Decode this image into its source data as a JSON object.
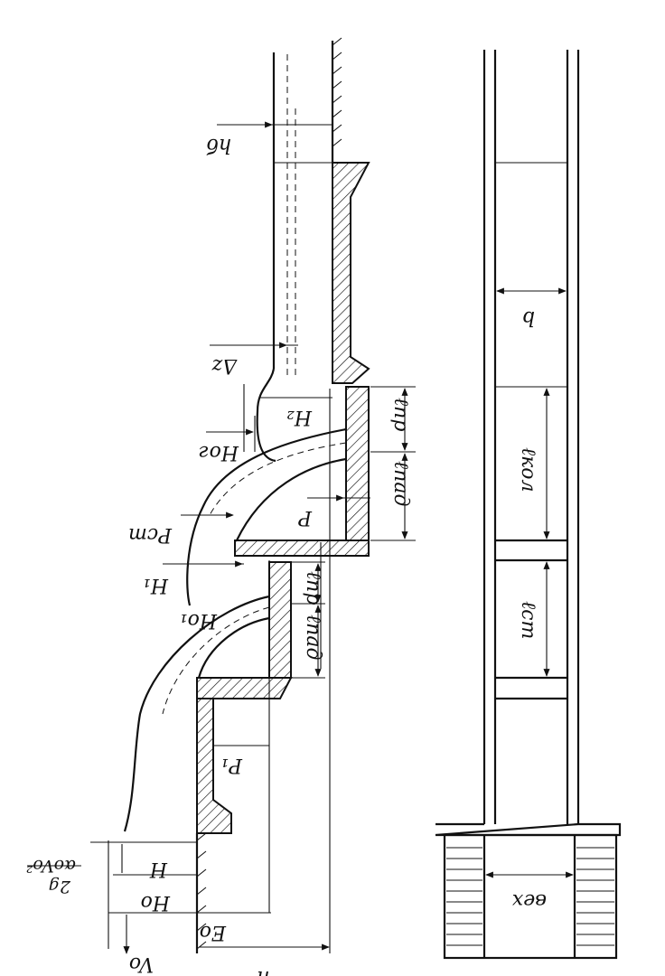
{
  "labels": {
    "hb": "hб",
    "delta_z": "Δz",
    "H2": "H₂",
    "Hog": "Hог",
    "Pst": "Pст",
    "P": "P",
    "H1": "H₁",
    "Ho1": "Ho₁",
    "l_pr_top": "ℓпр",
    "l_pad_top": "ℓпад",
    "l_pr_mid": "ℓпр",
    "l_pad_mid": "ℓпад",
    "P1": "P₁",
    "H": "H",
    "Ho": "Ho",
    "alpha_term": "αoVo²",
    "g_term": "2g",
    "Eo": "Eo",
    "vo": "Vo",
    "h": "h",
    "b": "b",
    "l_kol": "ℓкол",
    "l_st": "ℓст",
    "b_vkh": "вех"
  }
}
